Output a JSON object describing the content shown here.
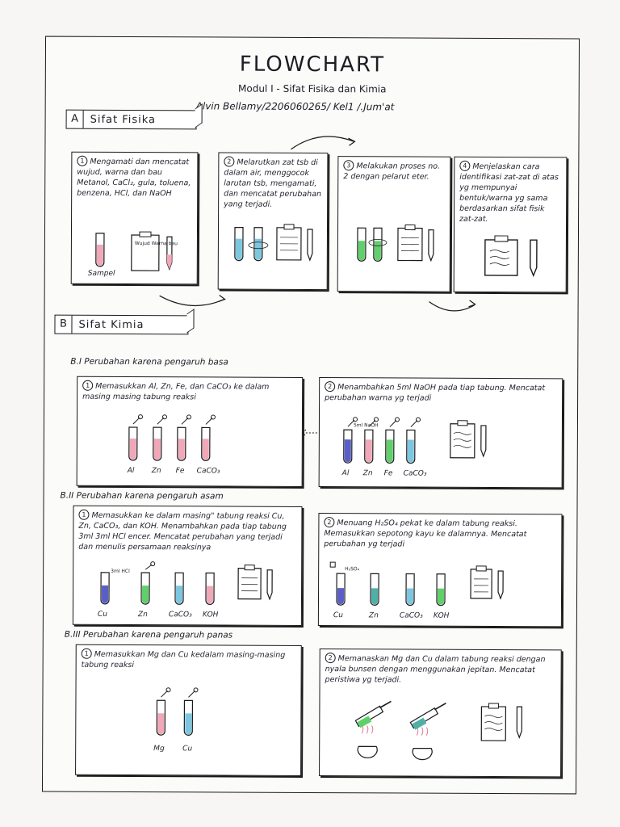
{
  "header": {
    "title": "FLOWCHART",
    "subtitle": "Modul I - Sifat Fisika dan Kimia",
    "author": "Alvin Bellamy/2206060265/ Kel1 /.Jum'at"
  },
  "section_a": {
    "letter": "A",
    "label": "Sifat Fisika",
    "steps": [
      {
        "num": "1",
        "text": "Mengamati dan mencatat wujud, warna dan bau Metanol, CaCl₂, gula, toluena, benzena, HCl, dan NaOH",
        "sample_label": "Sampel",
        "note_label": "Wujud Warna bau"
      },
      {
        "num": "2",
        "text": "Melarutkan zat tsb di dalam air, menggocok larutan tsb, mengamati, dan mencatat perubahan yang terjadi."
      },
      {
        "num": "3",
        "text": "Melakukan proses no. 2 dengan pelarut eter."
      },
      {
        "num": "4",
        "text": "Menjelaskan cara identifikasi zat-zat di atas yg mempunyai bentuk/warna yg sama berdasarkan sifat fisik zat-zat."
      }
    ]
  },
  "section_b": {
    "letter": "B",
    "label": "Sifat Kimia",
    "b1": {
      "label": "B.I  Perubahan karena pengaruh basa",
      "step1": {
        "num": "1",
        "text": "Memasukkan Al, Zn, Fe, dan CaCO₃ ke dalam masing masing tabung reaksi",
        "tubes": [
          "Al",
          "Zn",
          "Fe",
          "CaCO₃"
        ]
      },
      "step2": {
        "num": "2",
        "text": "Menambahkan 5ml NaOH pada tiap tabung. Mencatat perubahan warna yg terjadi",
        "tubes": [
          "Al",
          "Zn",
          "Fe",
          "CaCO₃"
        ],
        "reagent": "5ml NaOH"
      }
    },
    "b2": {
      "label": "B.II  Perubahan karena pengaruh asam",
      "step1": {
        "num": "1",
        "text": "Memasukkan ke dalam masing\" tabung reaksi Cu, Zn, CaCO₃, dan KOH. Menambahkan pada tiap tabung 3ml 3ml HCl encer. Mencatat perubahan yang terjadi dan menulis persamaan reaksinya",
        "tubes": [
          "Cu",
          "Zn",
          "CaCO₃",
          "KOH"
        ],
        "reagent": "3ml HCl"
      },
      "step2": {
        "num": "2",
        "text": "Menuang H₂SO₄ pekat ke dalam tabung reaksi. Memasukkan sepotong kayu ke dalamnya. Mencatat perubahan yg terjadi",
        "tubes": [
          "Cu",
          "Zn",
          "CaCO₃",
          "KOH"
        ],
        "reagent": "H₂SO₄"
      }
    },
    "b3": {
      "label": "B.III  Perubahan karena pengaruh panas",
      "step1": {
        "num": "1",
        "text": "Memasukkan Mg dan Cu kedalam masing-masing tabung reaksi",
        "tubes": [
          "Mg",
          "Cu"
        ]
      },
      "step2": {
        "num": "2",
        "text": "Memanaskan Mg dan Cu dalam tabung reaksi dengan nyala bunsen dengan menggunakan jepitan. Mencatat peristiwa yg terjadi."
      }
    }
  }
}
